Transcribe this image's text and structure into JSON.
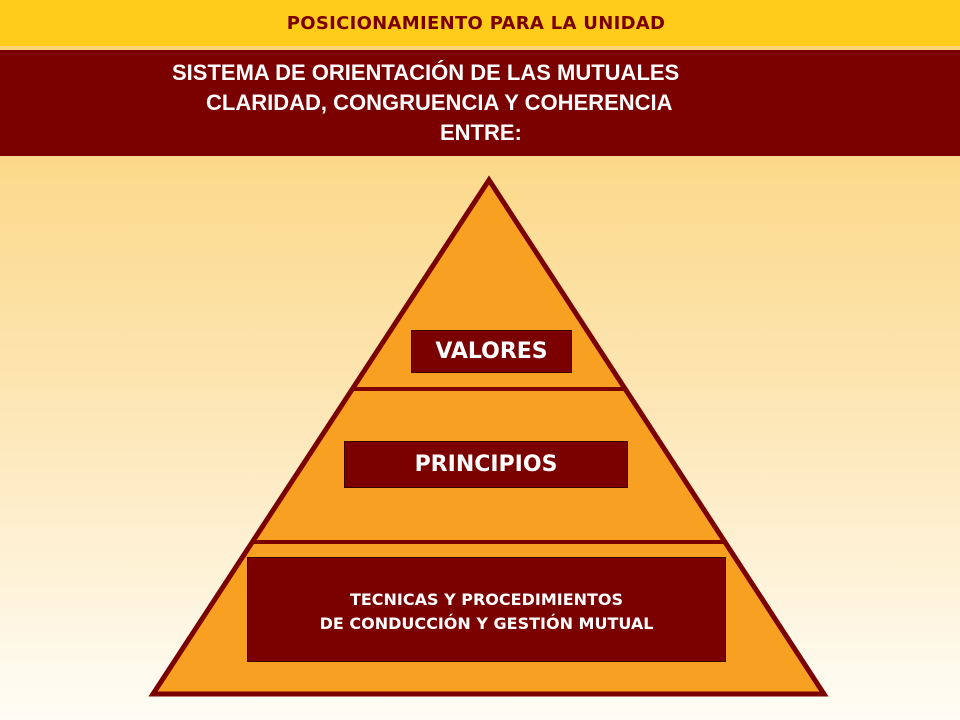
{
  "header": {
    "title": "POSICIONAMIENTO PARA LA UNIDAD"
  },
  "banner": {
    "line1": "SISTEMA DE ORIENTACIÓN DE LAS MUTUALES",
    "line2": "CLARIDAD, CONGRUENCIA Y COHERENCIA",
    "line3": "ENTRE:"
  },
  "pyramid": {
    "levels": [
      {
        "label": "VALORES"
      },
      {
        "label": "PRINCIPIOS"
      },
      {
        "line1": "TECNICAS Y PROCEDIMIENTOS",
        "line2": "DE CONDUCCIÓN Y GESTIÓN MUTUAL"
      }
    ]
  },
  "colors": {
    "top_bar": "#ffcc1a",
    "banner": "#7b0000",
    "pyramid_fill": "#f7a021",
    "pyramid_stroke": "#7b0000",
    "label_box": "#7b0000",
    "label_text": "#ffffff"
  }
}
